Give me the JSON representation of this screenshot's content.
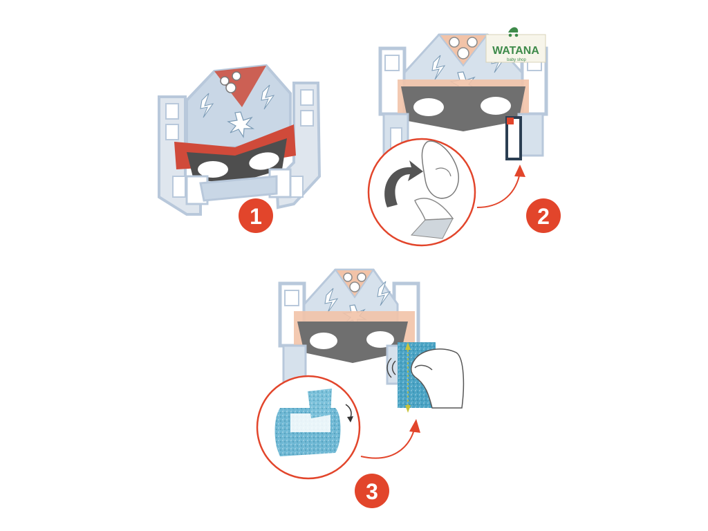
{
  "steps": [
    {
      "number": "1"
    },
    {
      "number": "2"
    },
    {
      "number": "3"
    }
  ],
  "logo": {
    "name": "WATANA",
    "tagline": "baby shop"
  },
  "colors": {
    "badge": "#e2452b",
    "arrow": "#e2452b",
    "mask_outline": "#b8c8db",
    "mask_face": "#c9d7e6",
    "mask_peach": "#f2c3a8",
    "mask_band": "#6f6f6f",
    "glitter": "#4aa3c4",
    "logo_green": "#3e8a4a"
  }
}
